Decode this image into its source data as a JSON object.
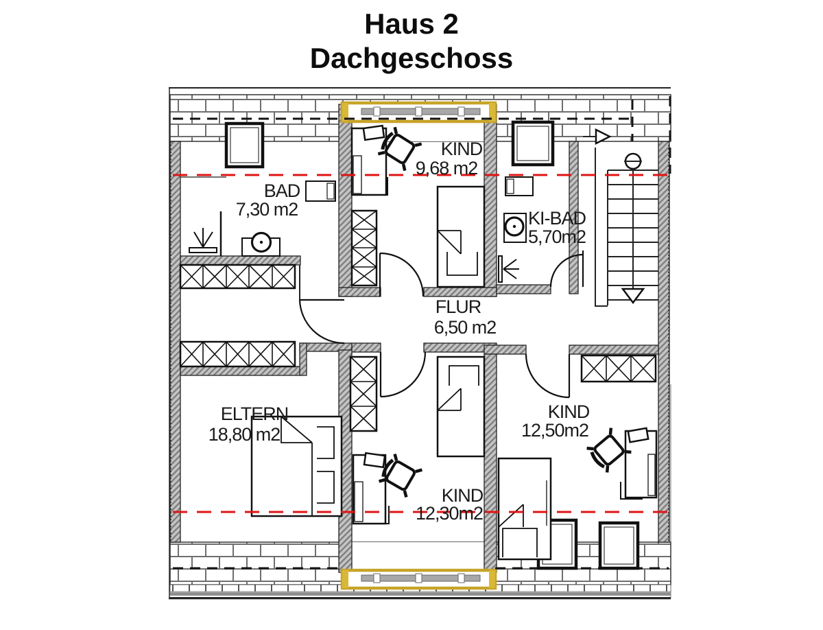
{
  "title": {
    "line1": "Haus 2",
    "line2": "Dachgeschoss"
  },
  "rooms": {
    "bad": {
      "name": "BAD",
      "area": "7,30 m2"
    },
    "kind_top": {
      "name": "KIND",
      "area": "9,68 m2"
    },
    "kibad": {
      "name": "KI-BAD",
      "area": "5,70m2"
    },
    "flur": {
      "name": "FLUR",
      "area": "6,50 m2"
    },
    "eltern": {
      "name": "ELTERN",
      "area": "18,80 m2"
    },
    "kind_mid": {
      "name": "KIND",
      "area": "12,30m2"
    },
    "kind_right": {
      "name": "KIND",
      "area": "12,50m2"
    }
  },
  "colors": {
    "wall_hatch_light": "#c4c4c4",
    "wall_hatch_dark": "#7d7d7d",
    "brick_line": "#6e6e6e",
    "red_dashed_line": "#e01414",
    "roof_dashed_line": "#141414",
    "window_frame_yellow": "#c7a428",
    "window_sill_gray": "#a8a8a8",
    "text": "#1b1b1b"
  }
}
